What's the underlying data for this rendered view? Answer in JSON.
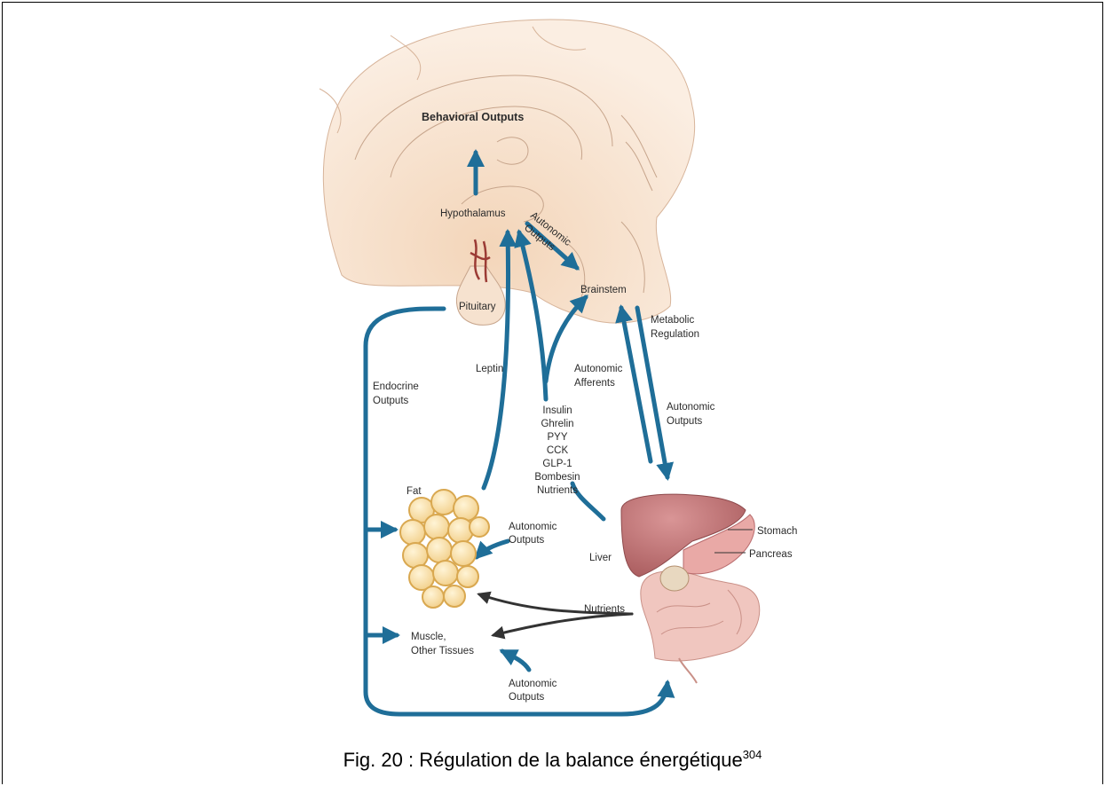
{
  "diagram": {
    "labels": {
      "behavioral_outputs": "Behavioral Outputs",
      "hypothalamus": "Hypothalamus",
      "autonomic_outputs_top_1": "Autonomic",
      "autonomic_outputs_top_2": "Outputs",
      "pituitary": "Pituitary",
      "brainstem": "Brainstem",
      "metabolic_regulation_1": "Metabolic",
      "metabolic_regulation_2": "Regulation",
      "leptin": "Leptin",
      "endocrine_outputs_1": "Endocrine",
      "endocrine_outputs_2": "Outputs",
      "autonomic_afferents_1": "Autonomic",
      "autonomic_afferents_2": "Afferents",
      "autonomic_outputs_right_1": "Autonomic",
      "autonomic_outputs_right_2": "Outputs",
      "signals": [
        "Insulin",
        "Ghrelin",
        "PYY",
        "CCK",
        "GLP-1",
        "Bombesin",
        "Nutrients"
      ],
      "fat": "Fat",
      "autonomic_outputs_fat_1": "Autonomic",
      "autonomic_outputs_fat_2": "Outputs",
      "liver": "Liver",
      "stomach": "Stomach",
      "pancreas": "Pancreas",
      "nutrients": "Nutrients",
      "muscle_1": "Muscle,",
      "muscle_2": "Other Tissues",
      "autonomic_outputs_bottom_1": "Autonomic",
      "autonomic_outputs_bottom_2": "Outputs"
    },
    "colors": {
      "arrow_blue": "#1f6e98",
      "arrow_dark": "#333333",
      "brain_fill": "#f6e2cf",
      "fat_fill": "#f8dfa8",
      "liver_fill": "#b86c6e"
    }
  },
  "caption": {
    "text": "Fig. 20 : Régulation de la balance énergétique",
    "ref": "304"
  }
}
